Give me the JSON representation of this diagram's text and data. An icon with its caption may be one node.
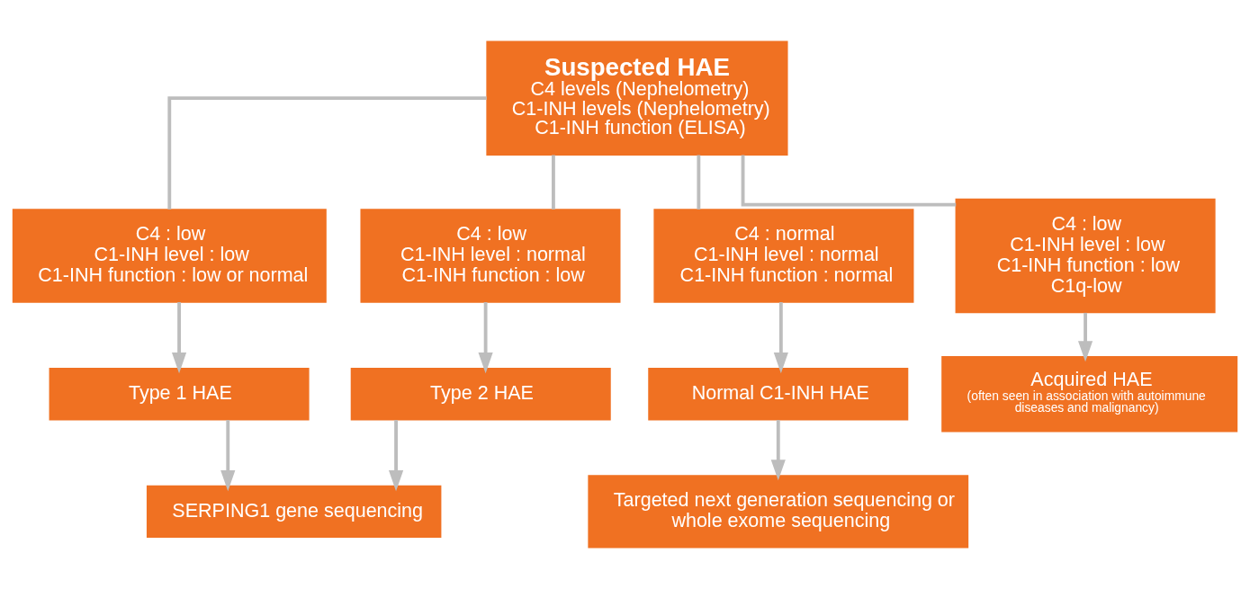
{
  "diagram": {
    "nodes": [
      {
        "text": [
          "Suspected HAE",
          "C4 levels (Nephelometry)",
          "C1-INH levels (Nephelometry)",
          "C1-INH function (ELISA)"
        ]
      },
      {
        "text": [
          "C4 : low",
          "C1-INH level : low",
          "C1-INH function : low or normal"
        ]
      },
      {
        "text": [
          "C4 : low",
          "C1-INH level : normal",
          "C1-INH function : low"
        ]
      },
      {
        "text": [
          "C4 : normal",
          "C1-INH level : normal",
          "C1-INH function : normal"
        ]
      },
      {
        "text": [
          "C4 : low",
          "C1-INH level : low",
          "C1-INH function : low",
          "C1q-low"
        ]
      },
      {
        "text": [
          "Type 1 HAE"
        ]
      },
      {
        "text": [
          "Type 2 HAE"
        ]
      },
      {
        "text": [
          "Normal C1-INH HAE"
        ]
      },
      {
        "text": [
          "Acquired HAE",
          "(often seen in association with autoimmune diseases and malignancy)"
        ]
      },
      {
        "text": [
          "SERPING1 gene sequencing"
        ]
      },
      {
        "text": [
          "Targeted next generation sequencing or whole exome sequencing"
        ]
      }
    ],
    "edges": [
      {
        "from": 0,
        "to": 1,
        "arrow": "none"
      },
      {
        "from": 0,
        "to": 2,
        "arrow": "none"
      },
      {
        "from": 0,
        "to": 3,
        "arrow": "none"
      },
      {
        "from": 0,
        "to": 4,
        "arrow": "none"
      },
      {
        "from": 1,
        "to": 5,
        "arrow": "to"
      },
      {
        "from": 2,
        "to": 6,
        "arrow": "to"
      },
      {
        "from": 3,
        "to": 7,
        "arrow": "to"
      },
      {
        "from": 4,
        "to": 8,
        "arrow": "to"
      },
      {
        "from": 5,
        "to": 9,
        "arrow": "to"
      },
      {
        "from": 6,
        "to": 9,
        "arrow": "to"
      },
      {
        "from": 7,
        "to": 10,
        "arrow": "to"
      }
    ]
  }
}
